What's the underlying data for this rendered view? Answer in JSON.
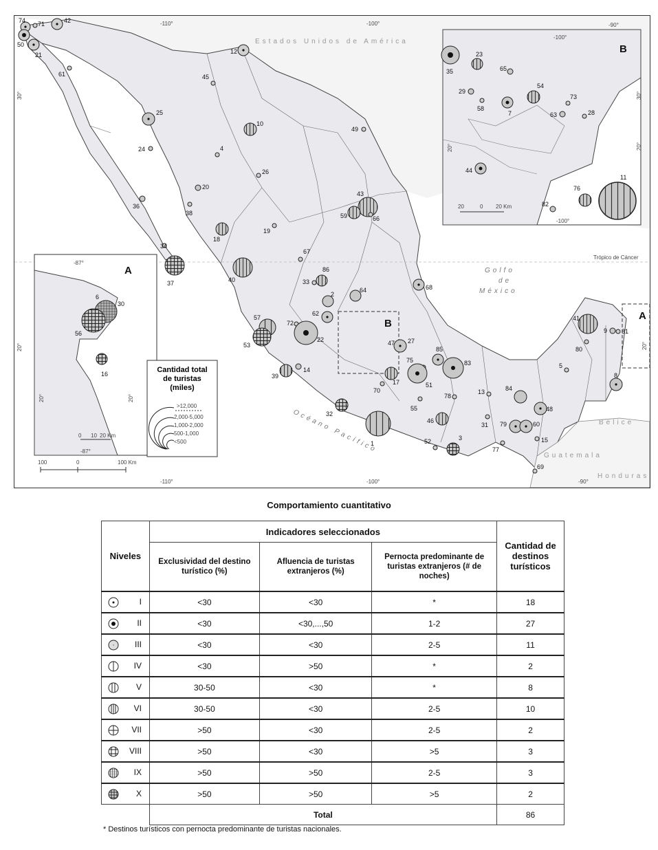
{
  "map": {
    "country_label": "Estados Unidos de América",
    "gulf_label_1": "Golfo",
    "gulf_label_2": "de",
    "gulf_label_3": "México",
    "ocean_label": "Océano Pacífico",
    "guatemala_label": "Guatemala",
    "belize_label": "Belice",
    "honduras_label": "Honduras",
    "tropic_label": "Trópico de Cáncer",
    "ticks": {
      "top_110": "-110°",
      "top_100": "-100°",
      "top_90": "-90°",
      "bottom_110": "-110°",
      "bottom_100": "-100°",
      "bottom_90": "-90°",
      "left_30": "30°",
      "left_20": "20°",
      "right_30": "30°",
      "right_20": "20°"
    },
    "scale_labels": [
      "100",
      "0",
      "100 Km"
    ],
    "inset_a": {
      "letter": "A",
      "tick_top": "-87°",
      "tick_bottom": "-87°",
      "tick_left": "20°",
      "tick_right": "20°",
      "scale_labels": [
        "0",
        "10",
        "20 Km"
      ],
      "points": [
        "6",
        "30",
        "56",
        "16"
      ]
    },
    "inset_b": {
      "letter": "B",
      "tick_top": "-100°",
      "tick_top2": "-90°",
      "tick_bottom": "-100°",
      "tick_left": "20°",
      "tick_right": "30°",
      "tick_right2": "20°",
      "scale_labels": [
        "20",
        "0",
        "20 Km"
      ],
      "points": [
        "35",
        "23",
        "65",
        "29",
        "58",
        "7",
        "54",
        "63",
        "73",
        "28",
        "44",
        "76",
        "82",
        "11"
      ]
    },
    "box_b_label": "B",
    "box_a_label": "A",
    "legend": {
      "title": "Cantidad total de turistas (miles)",
      "classes": [
        ">12,000",
        "2,000-5,000",
        "1,000-2,000",
        "500-1,000",
        "<500"
      ]
    },
    "destinations": [
      "74",
      "71",
      "42",
      "50",
      "21",
      "61",
      "12",
      "45",
      "25",
      "10",
      "24",
      "4",
      "26",
      "20",
      "36",
      "38",
      "18",
      "19",
      "49",
      "43",
      "59",
      "66",
      "34",
      "37",
      "40",
      "67",
      "86",
      "33",
      "2",
      "64",
      "62",
      "72",
      "22",
      "57",
      "53",
      "39",
      "14",
      "68",
      "47",
      "27",
      "85",
      "75",
      "51",
      "83",
      "17",
      "70",
      "55",
      "78",
      "13",
      "84",
      "46",
      "31",
      "52",
      "3",
      "79",
      "60",
      "48",
      "15",
      "77",
      "69",
      "41",
      "9",
      "81",
      "80",
      "5",
      "8",
      "32",
      "1"
    ]
  },
  "table": {
    "title": "Comportamiento cuantitativo",
    "header": {
      "niveles": "Niveles",
      "indicadores": "Indicadores seleccionados",
      "exclusividad": "Exclusividad del destino turístico (%)",
      "afluencia": "Afluencia de turistas extranjeros (%)",
      "pernocta": "Pernocta predominante de turistas extranjeros (# de noches)",
      "cantidad": "Cantidad de destinos turísticos"
    },
    "rows": [
      {
        "nivel": "I",
        "excl": "<30",
        "aflu": "<30",
        "pern": "*",
        "cant": "18"
      },
      {
        "nivel": "II",
        "excl": "<30",
        "aflu": "<30,...,50",
        "pern": "1-2",
        "cant": "27"
      },
      {
        "nivel": "III",
        "excl": "<30",
        "aflu": "<30",
        "pern": "2-5",
        "cant": "11"
      },
      {
        "nivel": "IV",
        "excl": "<30",
        "aflu": ">50",
        "pern": "*",
        "cant": "2"
      },
      {
        "nivel": "V",
        "excl": "30-50",
        "aflu": "<30",
        "pern": "*",
        "cant": "8"
      },
      {
        "nivel": "VI",
        "excl": "30-50",
        "aflu": "<30",
        "pern": "2-5",
        "cant": "10"
      },
      {
        "nivel": "VII",
        "excl": ">50",
        "aflu": "<30",
        "pern": "2-5",
        "cant": "2"
      },
      {
        "nivel": "VIII",
        "excl": ">50",
        "aflu": "<30",
        "pern": ">5",
        "cant": "3"
      },
      {
        "nivel": "IX",
        "excl": ">50",
        "aflu": ">50",
        "pern": "2-5",
        "cant": "3"
      },
      {
        "nivel": "X",
        "excl": ">50",
        "aflu": ">50",
        "pern": ">5",
        "cant": "2"
      }
    ],
    "total_label": "Total",
    "total_value": "86"
  },
  "footnote": "* Destinos turísticos con pernocta predominante de turistas nacionales."
}
